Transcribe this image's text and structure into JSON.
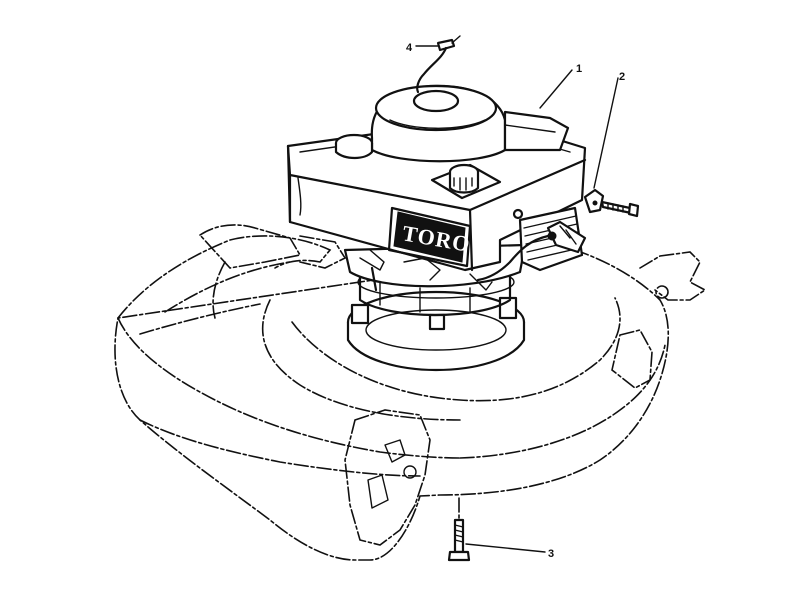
{
  "diagram": {
    "brand_logo": "TORO",
    "callouts": [
      {
        "id": "1"
      },
      {
        "id": "2"
      },
      {
        "id": "3"
      },
      {
        "id": "4"
      }
    ]
  }
}
